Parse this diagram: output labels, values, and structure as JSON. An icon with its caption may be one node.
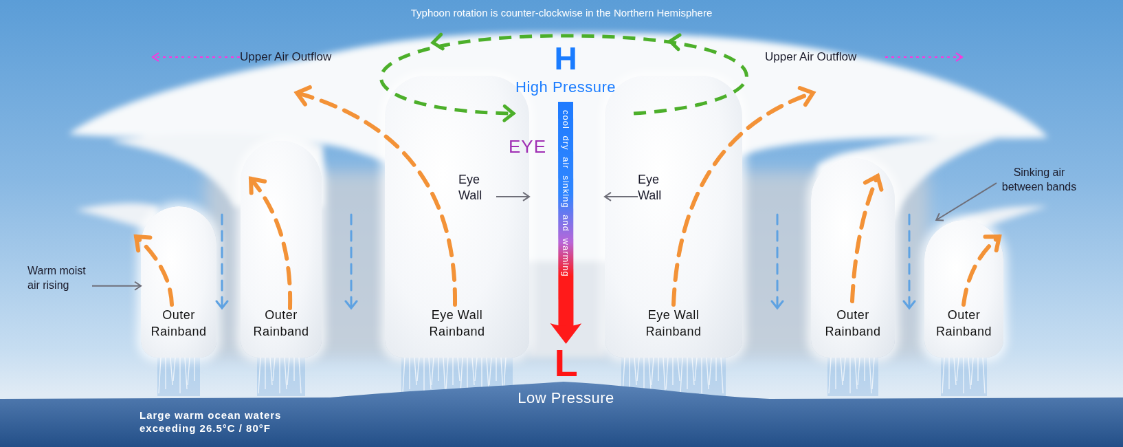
{
  "diagram": {
    "title": "Typhoon rotation is counter-clockwise in the Northern Hemisphere",
    "nodes": [
      {
        "text": [
          "Upper Air Outflow"
        ]
      },
      {
        "text": [
          "H",
          "High Pressure"
        ]
      },
      {
        "text": [
          "Upper Air Outflow"
        ]
      },
      {
        "text": [
          "Eye Wall"
        ],
        "in": 9
      },
      {
        "text": [
          "Eye Wall"
        ],
        "in": 10
      },
      {
        "text": [
          "Sinking air between bands"
        ]
      },
      {
        "text": [
          "Warm moist air rising"
        ]
      },
      {
        "text": [
          "Outer Rainband"
        ]
      },
      {
        "text": [
          "Outer Rainband"
        ]
      },
      {
        "text": [
          "Eye Wall Rainband"
        ]
      },
      {
        "text": [
          "Eye Wall Rainband"
        ]
      },
      {
        "text": [
          "Outer Rainband"
        ]
      },
      {
        "text": [
          "Outer Rainband"
        ]
      },
      {
        "text": [
          "L",
          "Low Pressure"
        ]
      }
    ],
    "edges": [
      {
        "from": 0,
        "to": null,
        "arrow": "to",
        "style": "dashed",
        "color": "#ff33dd"
      },
      {
        "from": 2,
        "to": null,
        "arrow": "to",
        "style": "dashed",
        "color": "#ff33dd"
      },
      {
        "from": 3,
        "to": 9,
        "arrow": "to"
      },
      {
        "from": 4,
        "to": 10,
        "arrow": "to"
      },
      {
        "from": 5,
        "to": 12,
        "arrow": "to"
      },
      {
        "from": 6,
        "to": 7,
        "arrow": "to"
      },
      {
        "from": 1,
        "to": 13,
        "arrow": "to",
        "label": "cool dry air sinking and warming",
        "style": "thick",
        "color": "#ff1a1a"
      }
    ],
    "labels": [
      "EYE",
      "Large warm ocean waters exceeding 26.5°C / 80°F"
    ]
  }
}
